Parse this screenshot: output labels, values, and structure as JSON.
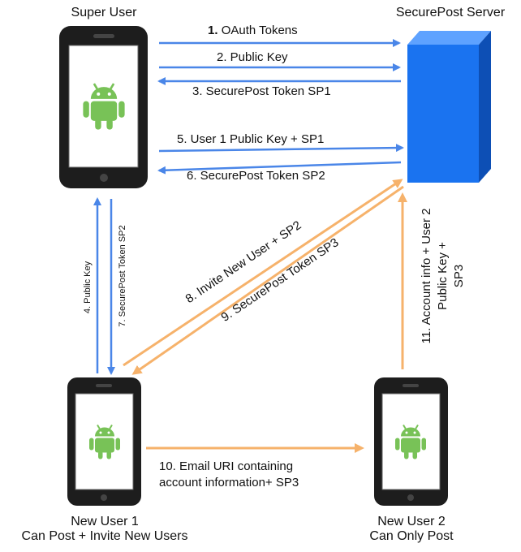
{
  "nodes": {
    "super_user": "Super User",
    "server": "SecurePost Server",
    "new_user_1": {
      "line1": "New User 1",
      "line2": "Can Post + Invite New Users"
    },
    "new_user_2": {
      "line1": "New User 2",
      "line2": "Can Only Post"
    }
  },
  "steps": {
    "s1_num": "1.",
    "s1_text": "OAuth Tokens",
    "s2": "2. Public Key",
    "s3": "3. SecurePost Token SP1",
    "s4": "4. Public Key",
    "s5": "5. User 1 Public Key + SP1",
    "s6": "6. SecurePost Token SP2",
    "s7": "7. SecurePost Token SP2",
    "s8": "8. Invite New User + SP2",
    "s9": "9. SecurePost Token SP3",
    "s10_line1": "10. Email URI containing",
    "s10_line2": "account information+ SP3",
    "s11_line1": "11. Account info + User 2",
    "s11_line2": "Public Key +",
    "s11_line3": "SP3"
  },
  "colors": {
    "blue_arrow": "#4a86e8",
    "orange_arrow": "#f6b26b",
    "server_front": "#1a73f0",
    "android": "#78c257"
  },
  "icons": [
    "android-icon",
    "phone-icon",
    "server-cube-icon"
  ]
}
